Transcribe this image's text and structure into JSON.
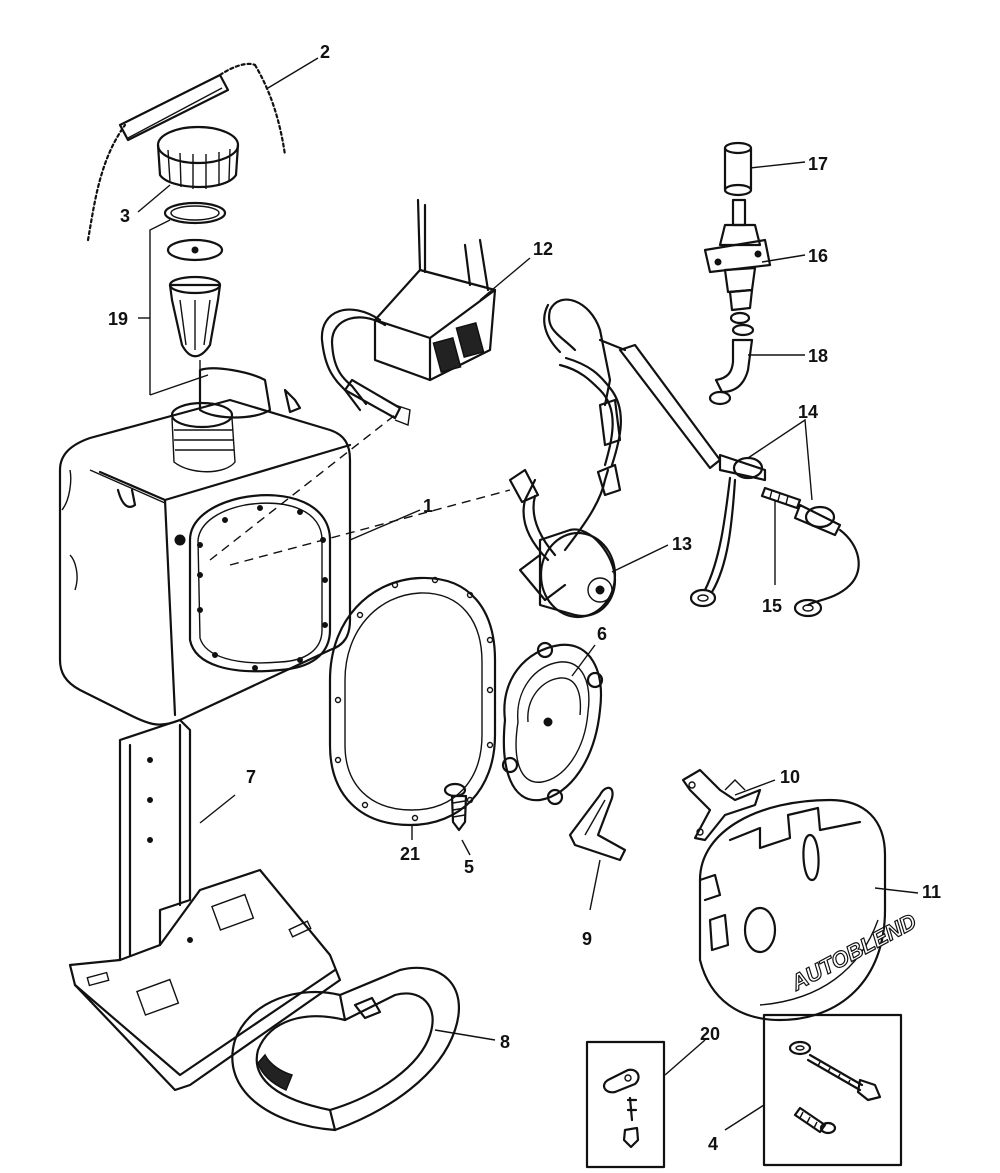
{
  "parts": [
    {
      "id": "1",
      "label": "1",
      "icon": "oil-tank-icon"
    },
    {
      "id": "2",
      "label": "2",
      "icon": "strap-rope-icon"
    },
    {
      "id": "3",
      "label": "3",
      "icon": "fill-cap-icon"
    },
    {
      "id": "4",
      "label": "4",
      "icon": "bolt-kit-icon"
    },
    {
      "id": "5",
      "label": "5",
      "icon": "screw-icon"
    },
    {
      "id": "6",
      "label": "6",
      "icon": "diaphragm-cover-icon"
    },
    {
      "id": "7",
      "label": "7",
      "icon": "mounting-bracket-icon"
    },
    {
      "id": "8",
      "label": "8",
      "icon": "hold-down-strap-icon"
    },
    {
      "id": "9",
      "label": "9",
      "icon": "clip-icon"
    },
    {
      "id": "10",
      "label": "10",
      "icon": "bracket-plate-icon"
    },
    {
      "id": "11",
      "label": "11",
      "icon": "cover-icon"
    },
    {
      "id": "12",
      "label": "12",
      "icon": "control-module-icon"
    },
    {
      "id": "13",
      "label": "13",
      "icon": "motor-sensor-icon"
    },
    {
      "id": "14",
      "label": "14",
      "icon": "connector-lead-icon"
    },
    {
      "id": "15",
      "label": "15",
      "icon": "connector-pin-icon"
    },
    {
      "id": "16",
      "label": "16",
      "icon": "fuel-filter-valve-icon"
    },
    {
      "id": "17",
      "label": "17",
      "icon": "hose-sleeve-icon"
    },
    {
      "id": "18",
      "label": "18",
      "icon": "hose-icon"
    },
    {
      "id": "19",
      "label": "19",
      "icon": "filter-screen-kit-icon"
    },
    {
      "id": "20",
      "label": "20",
      "icon": "fastener-kit-icon"
    },
    {
      "id": "21",
      "label": "21",
      "icon": "gasket-icon"
    }
  ],
  "cover": {
    "brand_text": "AUTOBLEND"
  }
}
